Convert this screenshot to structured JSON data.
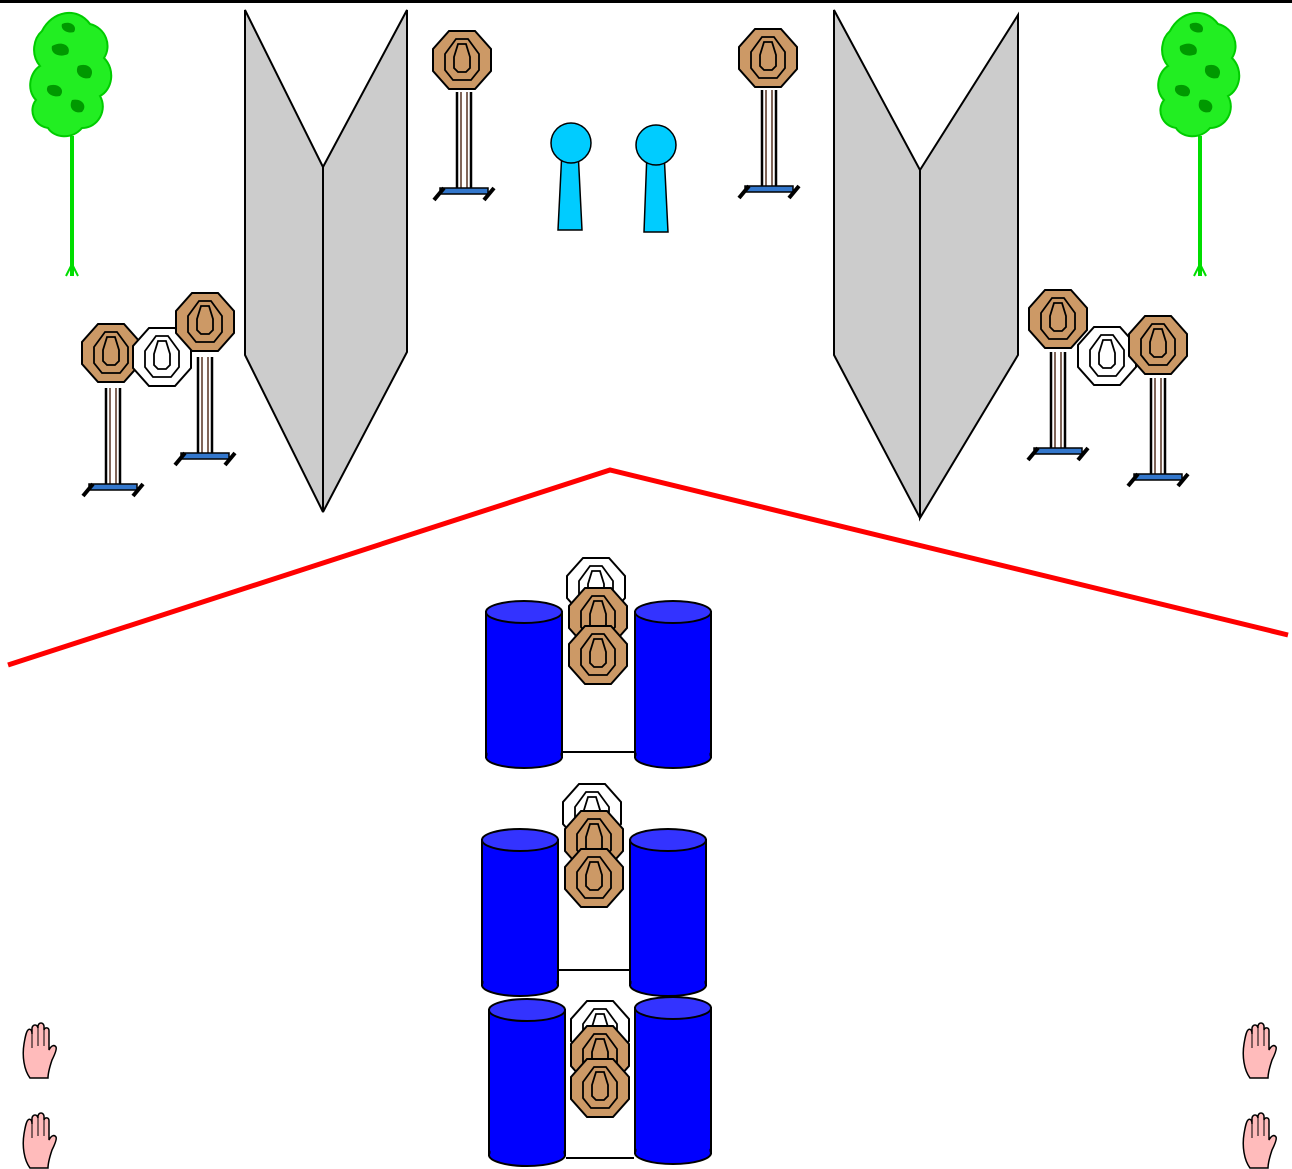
{
  "diagram": {
    "kind": "shooting-stage-layout",
    "colors": {
      "fault_line": "#ff0000",
      "barrel": "#0000ff",
      "barrel_top": "#3333ff",
      "target_cardboard": "#cc9966",
      "no_shoot_target": "#ffffff",
      "popper": "#00ccff",
      "wall": "#cccccc",
      "tree": "#00dd00",
      "tree_dark": "#009900",
      "stand_base": "#3377cc",
      "hand": "#ffbbbb"
    },
    "elements": {
      "trees": 2,
      "walls": 2,
      "poppers": 2,
      "barrel_stacks": 3,
      "hand_icons": 4,
      "fault_line": "red"
    }
  }
}
